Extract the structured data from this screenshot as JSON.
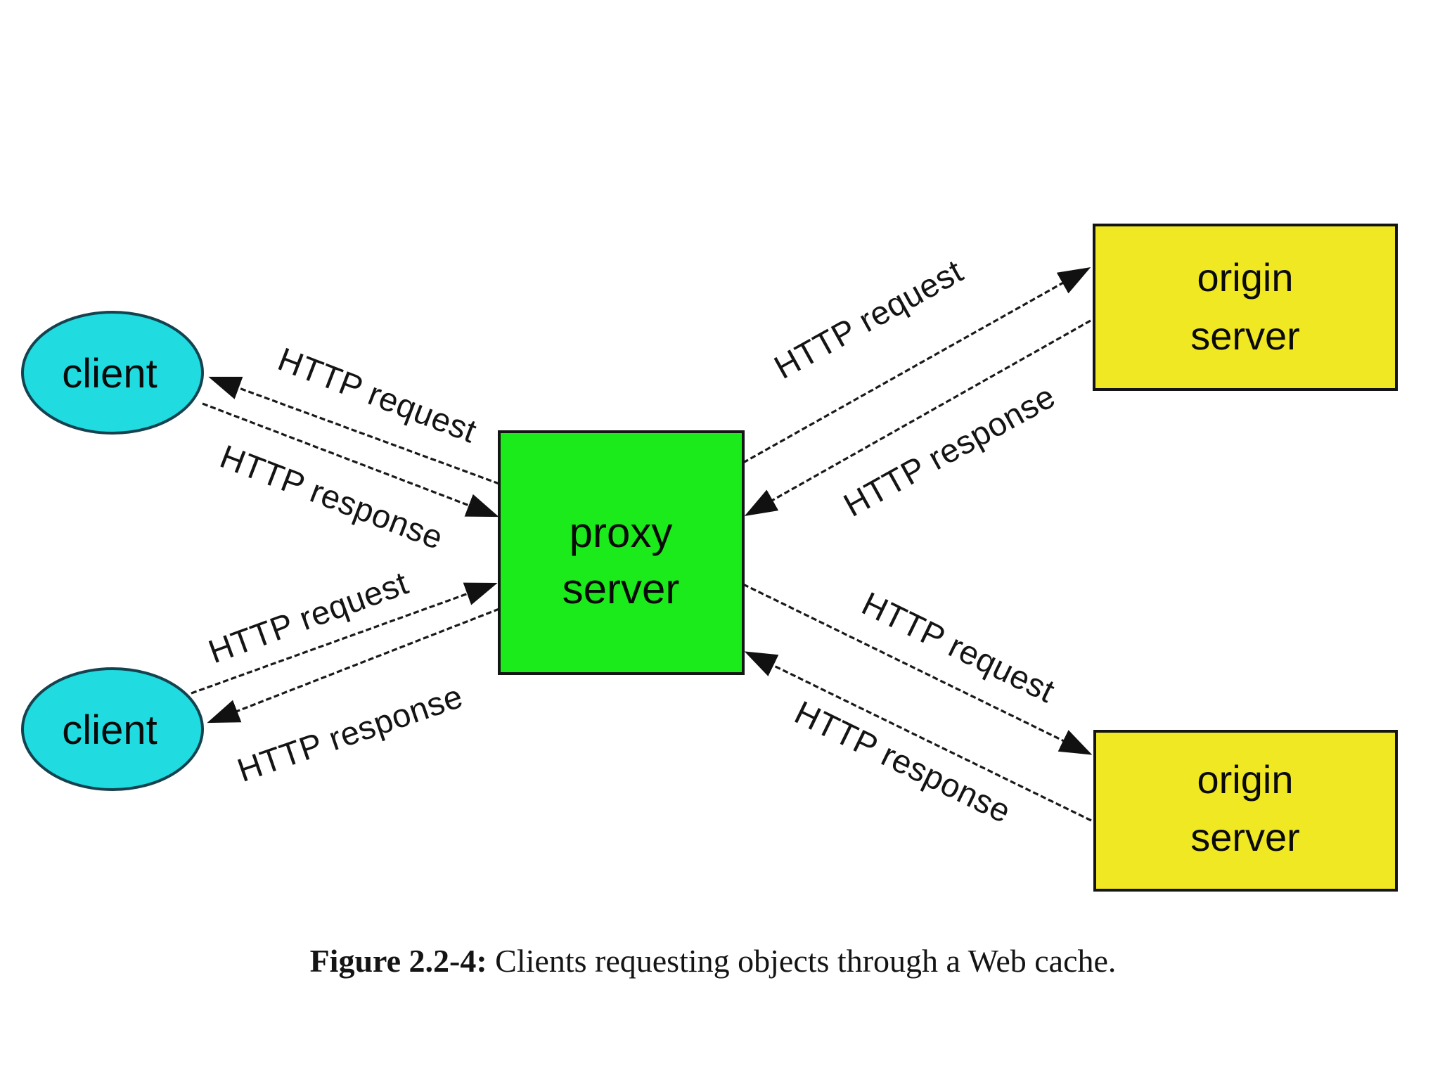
{
  "caption": {
    "prefix": "Figure 2.2-4:",
    "text": " Clients requesting objects through a Web cache."
  },
  "nodes": {
    "client_top": {
      "label": "client"
    },
    "client_bottom": {
      "label": "client"
    },
    "proxy": {
      "line1": "proxy",
      "line2": "server"
    },
    "origin_top": {
      "line1": "origin",
      "line2": "server"
    },
    "origin_bottom": {
      "line1": "origin",
      "line2": "server"
    }
  },
  "edges": [
    {
      "label": "HTTP request",
      "between": "client-top and proxy-server",
      "arrow_points_to": "client-top"
    },
    {
      "label": "HTTP response",
      "between": "client-top and proxy-server",
      "arrow_points_to": "proxy-server"
    },
    {
      "label": "HTTP request",
      "between": "client-bottom and proxy-server",
      "arrow_points_to": "proxy-server"
    },
    {
      "label": "HTTP response",
      "between": "client-bottom and proxy-server",
      "arrow_points_to": "client-bottom"
    },
    {
      "label": "HTTP request",
      "between": "proxy-server and origin-top",
      "arrow_points_to": "origin-top"
    },
    {
      "label": "HTTP response",
      "between": "proxy-server and origin-top",
      "arrow_points_to": "proxy-server"
    },
    {
      "label": "HTTP request",
      "between": "proxy-server and origin-bottom",
      "arrow_points_to": "origin-bottom"
    },
    {
      "label": "HTTP response",
      "between": "proxy-server and origin-bottom",
      "arrow_points_to": "proxy-server"
    }
  ],
  "colors": {
    "client_fill": "#20dbdf",
    "client_stroke": "#14424f",
    "proxy_fill": "#1bea1b",
    "origin_fill": "#f0e822",
    "shape_stroke": "#141414",
    "line": "#1a1a1a",
    "background": "#ffffff"
  }
}
